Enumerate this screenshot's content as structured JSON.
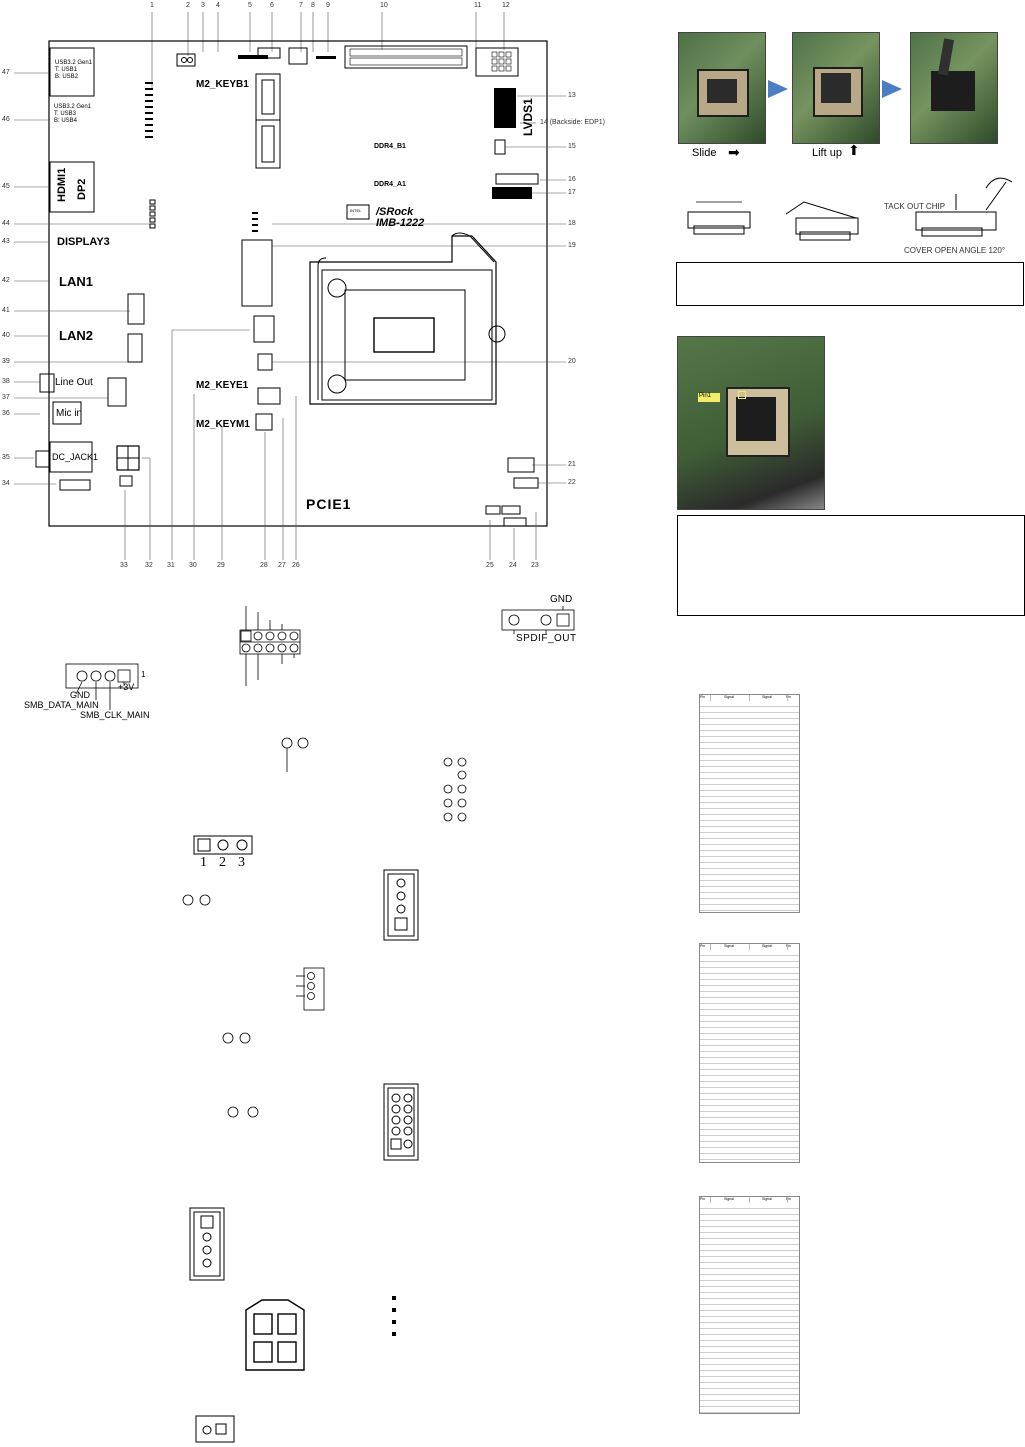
{
  "board": {
    "brand_line1": "/SRock",
    "brand_line2": "IMB-1222",
    "cpu_chip_text": "INTEL",
    "callout_numbers_top": [
      "1",
      "2",
      "3",
      "4",
      "5",
      "6",
      "7",
      "8",
      "9",
      "10",
      "11",
      "12"
    ],
    "callout_numbers_right": [
      "13",
      "14 (Backside: EDP1)",
      "15",
      "16",
      "17",
      "18",
      "19",
      "20",
      "21",
      "22"
    ],
    "callout_numbers_bottom": [
      "23",
      "24",
      "25",
      "26",
      "27",
      "28",
      "29",
      "30",
      "31",
      "32",
      "33"
    ],
    "callout_numbers_left": [
      "47",
      "46",
      "45",
      "44",
      "43",
      "42",
      "41",
      "40",
      "39",
      "38",
      "37",
      "36",
      "35",
      "34"
    ],
    "labels": {
      "usb_top": [
        "USB3.2 Gen1",
        "T: USB1",
        "B: USB2"
      ],
      "usb_second": [
        "USB3.2 Gen1",
        "T: USB3",
        "B: USB4"
      ],
      "hdmi": "HDMI1",
      "dp": "DP2",
      "display3": "DISPLAY3",
      "lan1": "LAN1",
      "lan2": "LAN2",
      "line_out": "Line Out",
      "mic_in": "Mic in",
      "dc_jack": "DC_JACK1",
      "m2_keyb": "M2_KEYB1",
      "m2_keye": "M2_KEYE1",
      "m2_keym": "M2_KEYM1",
      "lvds": "LVDS1",
      "ddr_b": "DDR4_B1",
      "ddr_a": "DDR4_A1",
      "pcie": "PCIE1"
    }
  },
  "photos": {
    "slide_caption": "Slide",
    "liftup_caption": "Lift up",
    "pin1": "Pin1"
  },
  "socket_diagram": {
    "tack_out": "TACK OUT CHIP",
    "cover_open": "COVER OPEN ANGLE 120°"
  },
  "pin_diagrams": {
    "spdif": {
      "gnd": "GND",
      "label": "SPDIF_OUT"
    },
    "smbus": {
      "gnd": "GND",
      "data": "SMB_DATA_MAIN",
      "clk": "SMB_CLK_MAIN",
      "v33": "+3V",
      "pin_one": "1"
    },
    "jumper_123": [
      "1",
      "2",
      "3"
    ]
  },
  "tables": {
    "t1_header": [
      "Pin",
      "Signal",
      "Signal",
      "Pin"
    ],
    "t2_header": [
      "Pin",
      "Signal",
      "Signal",
      "Pin"
    ],
    "t3_header": [
      "Pin",
      "Signal",
      "Signal",
      "Pin"
    ]
  }
}
